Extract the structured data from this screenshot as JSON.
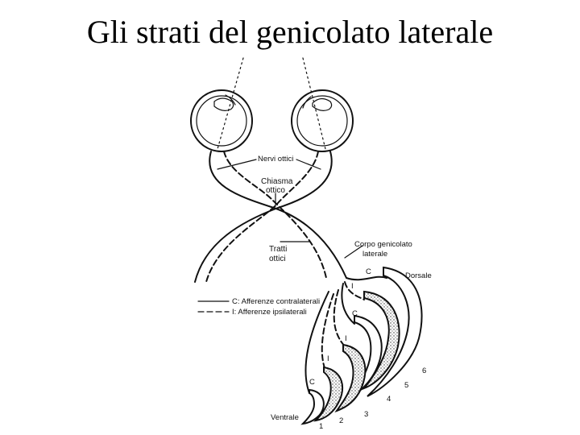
{
  "slide": {
    "title": "Gli strati del genicolato laterale"
  },
  "labels": {
    "nervi_ottici": "Nervi ottici",
    "chiasma_line1": "Chiasma",
    "chiasma_line2": "ottico",
    "tratti_line1": "Tratti",
    "tratti_line2": "ottici",
    "corpo_line1": "Corpo genicolato",
    "corpo_line2": "laterale",
    "dorsale": "Dorsale",
    "ventrale": "Ventrale",
    "legend_c": "C: Afferenze contralaterali",
    "legend_i": "I: Afferenze ipsilaterali"
  },
  "input_markers": [
    "C",
    "I",
    "C",
    "I",
    "I",
    "C"
  ],
  "layer_numbers": [
    "1",
    "2",
    "3",
    "4",
    "5",
    "6"
  ]
}
